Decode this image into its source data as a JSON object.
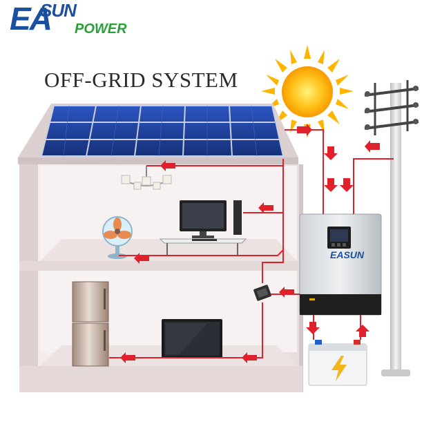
{
  "brand": {
    "logo_main": "EA",
    "logo_sun": "SUN",
    "logo_power": "POWER",
    "inverter_logo": "EASUN"
  },
  "diagram": {
    "title": "OFF-GRID SYSTEM",
    "components": [
      "solar-panel",
      "sun",
      "utility-pole",
      "inverter",
      "battery",
      "chandelier",
      "television",
      "desktop-computer",
      "fan",
      "refrigerator",
      "power-socket"
    ]
  },
  "colors": {
    "brand_blue": "#1b4fa0",
    "brand_green": "#2aa03b",
    "wire_red": "#e0202a",
    "panel_blue": "#1f3f9a"
  }
}
